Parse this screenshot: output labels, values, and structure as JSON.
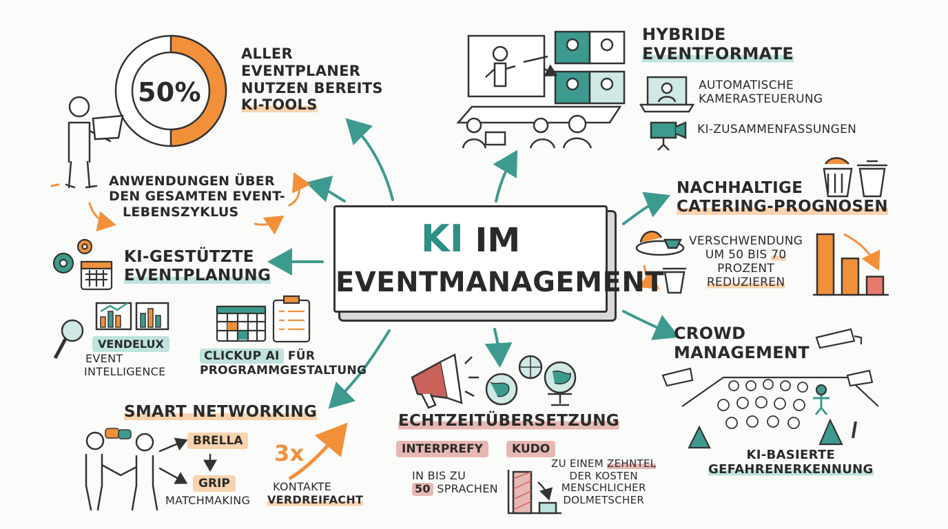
{
  "colors": {
    "teal": "#3d9a8f",
    "orange": "#f2903a",
    "red": "#c9625a",
    "ink": "#2a2a2a"
  },
  "center": {
    "title_ki": "KI",
    "title_im": "IM",
    "subtitle": "EVENTMANAGEMENT"
  },
  "stat": {
    "percent": "50%",
    "fraction": 0.5,
    "lines": [
      "ALLER",
      "EVENTPLANER",
      "NUTZEN BEREITS",
      "KI-TOOLS"
    ]
  },
  "lifecycle": {
    "lines": [
      "ANWENDUNGEN ÜBER",
      "DEN GESAMTEN EVENT-",
      "LEBENSZYKLUS"
    ]
  },
  "planning": {
    "title_lines": [
      "KI-GESTÜTZTE",
      "EVENTPLANUNG"
    ],
    "tool1_name": "VENDELUX",
    "tool1_lines": [
      "EVENT",
      "INTELLIGENCE"
    ],
    "tool2_name": "CLICKUP AI",
    "tool2_suffix": "FÜR",
    "tool2_line2": "PROGRAMMGESTALTUNG"
  },
  "networking": {
    "title": "SMART NETWORKING",
    "brella": "BRELLA",
    "grip": "GRIP",
    "matchmaking": "MATCHMAKING",
    "multiplier": "3x",
    "result_lines": [
      "KONTAKTE",
      "VERDREIFACHT"
    ]
  },
  "translation": {
    "title": "ECHTZEITÜBERSETZUNG",
    "tool1": "INTERPREFY",
    "tool2": "KUDO",
    "languages_line1": "IN BIS ZU",
    "languages_num": "50",
    "languages_word": "SPRACHEN",
    "cost_line1_pre": "ZU EINEM",
    "cost_line1_hl": "ZEHNTEL",
    "cost_lines": [
      "DER KOSTEN",
      "MENSCHLICHER",
      "DOLMETSCHER"
    ]
  },
  "hybrid": {
    "title_lines": [
      "HYBRIDE",
      "EVENTFORMATE"
    ],
    "feature1_lines": [
      "AUTOMATISCHE",
      "KAMERASTEUERUNG"
    ],
    "feature2": "KI-ZUSAMMENFASSUNGEN"
  },
  "catering": {
    "title_lines": [
      "NACHHALTIGE",
      "CATERING-PROGNOSEN"
    ],
    "waste_lines": [
      "VERSCHWENDUNG",
      "UM 50 BIS",
      "PROZENT",
      "REDUZIEREN"
    ],
    "waste_max": "70",
    "bars": [
      1.0,
      0.6,
      0.3
    ]
  },
  "crowd": {
    "title_lines": [
      "CROWD",
      "MANAGEMENT"
    ],
    "feature_lines": [
      "KI-BASIERTE",
      "GEFAHRENERKENNUNG"
    ]
  }
}
